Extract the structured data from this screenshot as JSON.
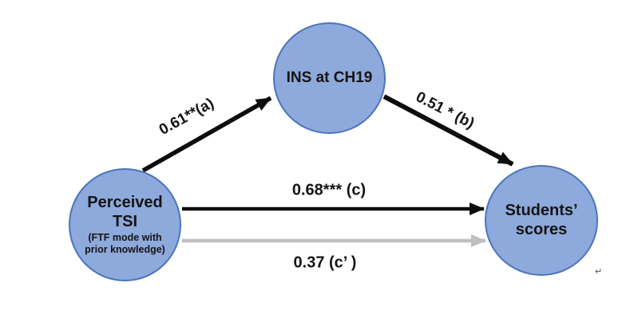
{
  "nodes": {
    "predictor": {
      "line1": "Perceived",
      "line2": "TSI",
      "sub1": "(FTF mode with",
      "sub2": "prior knowledge)"
    },
    "mediator": {
      "label": "INS at CH19"
    },
    "outcome": {
      "line1": "Students’",
      "line2": "scores"
    }
  },
  "paths": {
    "a": {
      "label": "0.61**(a)"
    },
    "b": {
      "label": "0.51 * (b)"
    },
    "c": {
      "label": "0.68*** (c)"
    },
    "c_prime": {
      "label": "0.37 (c’ )"
    }
  },
  "colors": {
    "node_fill": "#8EA9DB",
    "node_border": "#4A74BD",
    "arrow_black": "#0D0D0D",
    "arrow_gray": "#BFBFBF"
  },
  "artifacts": {
    "return_mark": "↵"
  }
}
